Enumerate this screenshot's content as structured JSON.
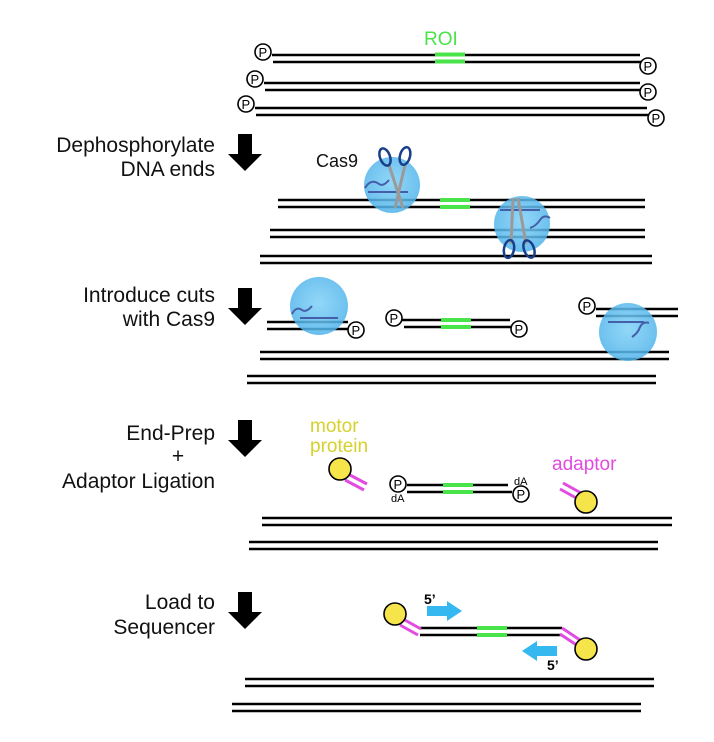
{
  "colors": {
    "dna": "#000000",
    "roi": "#49e34a",
    "cas9_body": "#5bbcf0",
    "cas9_guide": "#445fa8",
    "scissors": "#1a3f8a",
    "motor_protein": "#f5e44a",
    "adaptor": "#e24be0",
    "primer_arrow": "#34b8ef"
  },
  "labels": {
    "roi": "ROI",
    "phosphate": "P",
    "cas9": "Cas9",
    "motor_protein_line1": "motor",
    "motor_protein_line2": "protein",
    "adaptor": "adaptor",
    "dA": "dA",
    "five_prime": "5’"
  },
  "steps": [
    {
      "line1": "Dephosphorylate",
      "line2": "DNA ends"
    },
    {
      "line1": "Introduce cuts",
      "line2": "with Cas9"
    },
    {
      "line1": "End-Prep",
      "line2": "+",
      "line3": "Adaptor Ligation"
    },
    {
      "line1": "Load to",
      "line2": "Sequencer"
    }
  ]
}
